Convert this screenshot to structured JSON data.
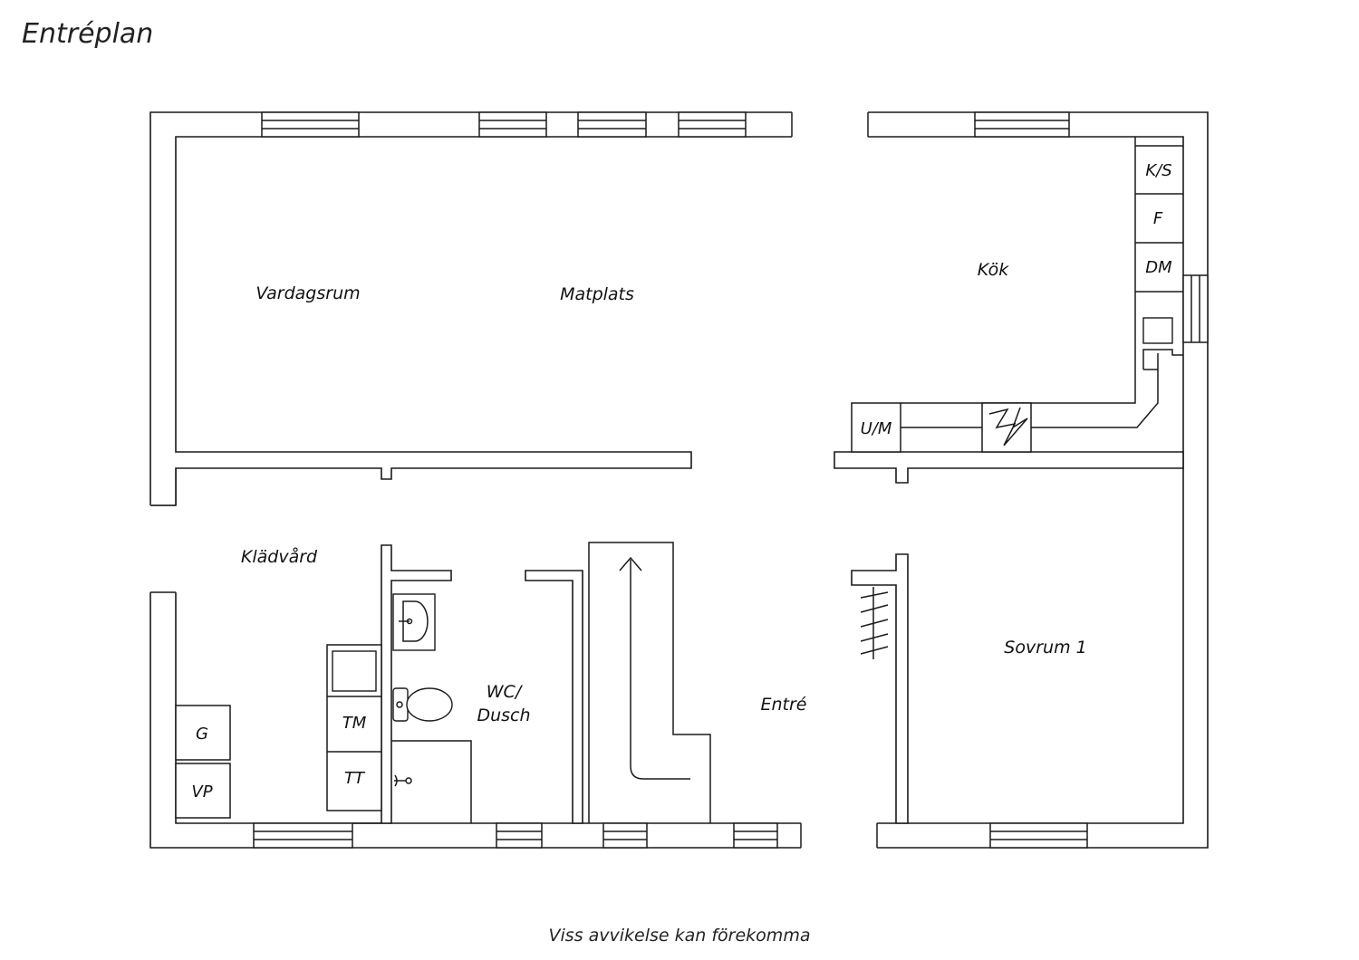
{
  "title": "Entréplan",
  "footer": "Viss avvikelse kan förekomma",
  "rooms": {
    "vardagsrum": "Vardagsrum",
    "matplats": "Matplats",
    "kok": "Kök",
    "kladvard": "Klädvård",
    "wc_line1": "WC/",
    "wc_line2": "Dusch",
    "entre": "Entré",
    "sovrum": "Sovrum 1"
  },
  "fixtures": {
    "ks": "K/S",
    "f": "F",
    "dm": "DM",
    "um": "U/M",
    "g": "G",
    "vp": "VP",
    "tm": "TM",
    "tt": "TT"
  }
}
